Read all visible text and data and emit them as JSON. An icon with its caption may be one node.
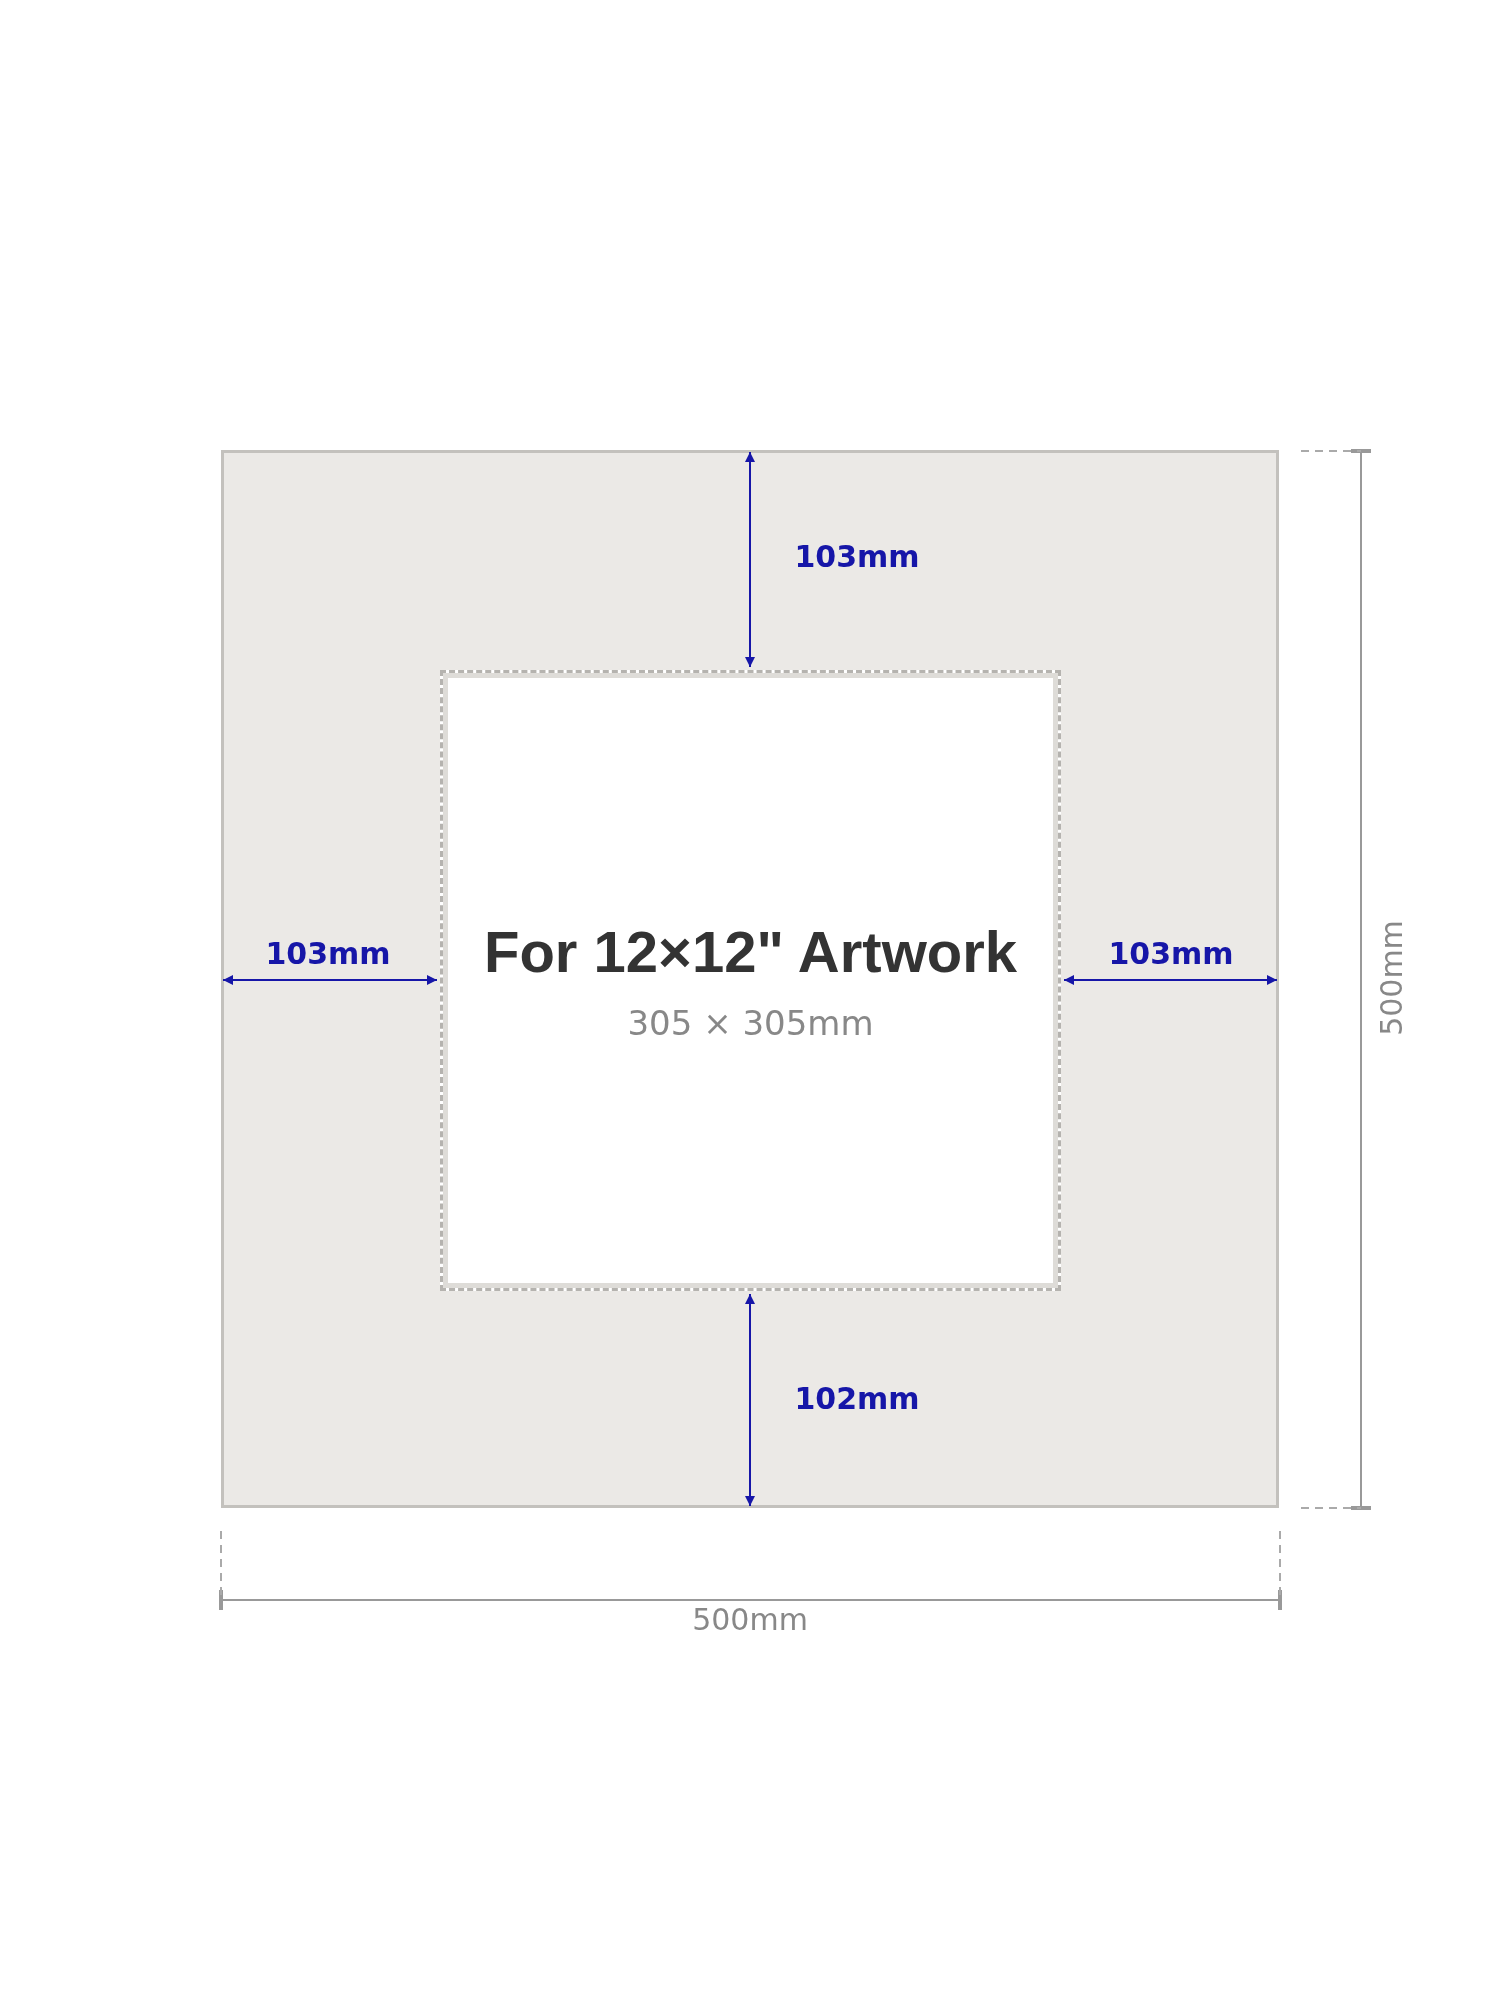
{
  "diagram": {
    "nodes": [
      {
        "text": [
          "For 12×12\" Artwork",
          "305 × 305mm"
        ]
      }
    ],
    "labels": [
      "103mm",
      "103mm",
      "103mm",
      "500mm",
      "102mm",
      "500mm"
    ]
  }
}
